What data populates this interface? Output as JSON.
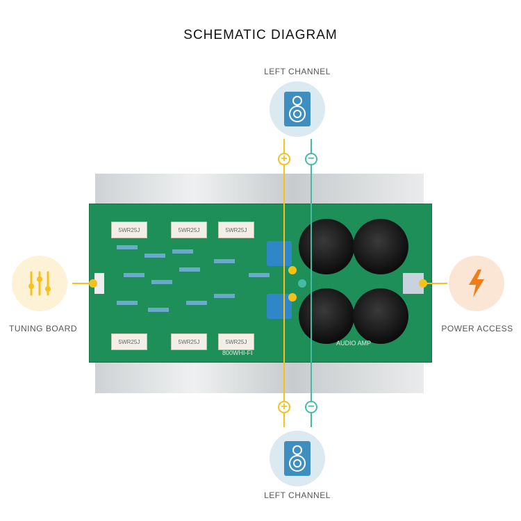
{
  "title": "SCHEMATIC DIAGRAM",
  "top_speaker": {
    "label": "LEFT CHANNEL",
    "icon": "speaker-icon"
  },
  "bottom_speaker": {
    "label": "LEFT CHANNEL",
    "icon": "speaker-icon"
  },
  "tuning": {
    "label": "TUNING BOARD",
    "icon": "sliders-icon"
  },
  "power": {
    "label": "POWER ACCESS",
    "icon": "lightning-icon"
  },
  "terminals": {
    "positive": "+",
    "negative": "−"
  },
  "board_text": {
    "model": "800WHI-FI",
    "brand": "AUDIO AMP",
    "resistor": "5WR25J"
  },
  "colors": {
    "positive": "#f5c11a",
    "negative": "#45bba7",
    "speaker": "#3e8fbf",
    "lightning": "#ee7d1a",
    "board": "#1f8f5a"
  }
}
